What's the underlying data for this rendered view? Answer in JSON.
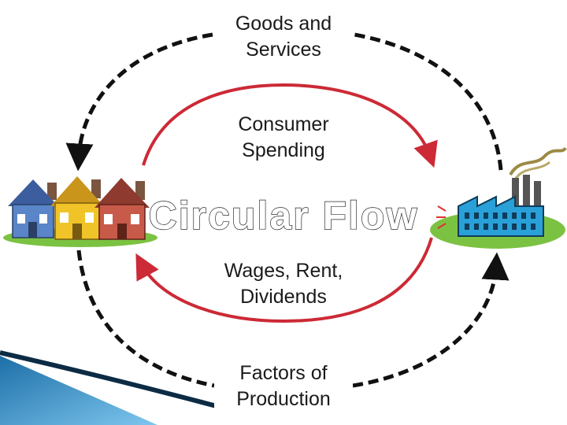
{
  "title": "Circular Flow",
  "labels": {
    "goods": [
      "Goods and",
      "Services"
    ],
    "spending": [
      "Consumer",
      "Spending"
    ],
    "wages": [
      "Wages, Rent,",
      "Dividends"
    ],
    "factors": [
      "Factors of",
      "Production"
    ]
  },
  "colors": {
    "money_flow": "#cc2a36",
    "goods_flow": "#111111",
    "house_blue": "#5a85c8",
    "house_yellow": "#f0c428",
    "house_red": "#c85a4a",
    "factory_body": "#29a0d8",
    "grass": "#7cc242",
    "corner_accent": "#3d9fd4"
  },
  "icons": [
    "houses-icon",
    "factory-icon"
  ]
}
